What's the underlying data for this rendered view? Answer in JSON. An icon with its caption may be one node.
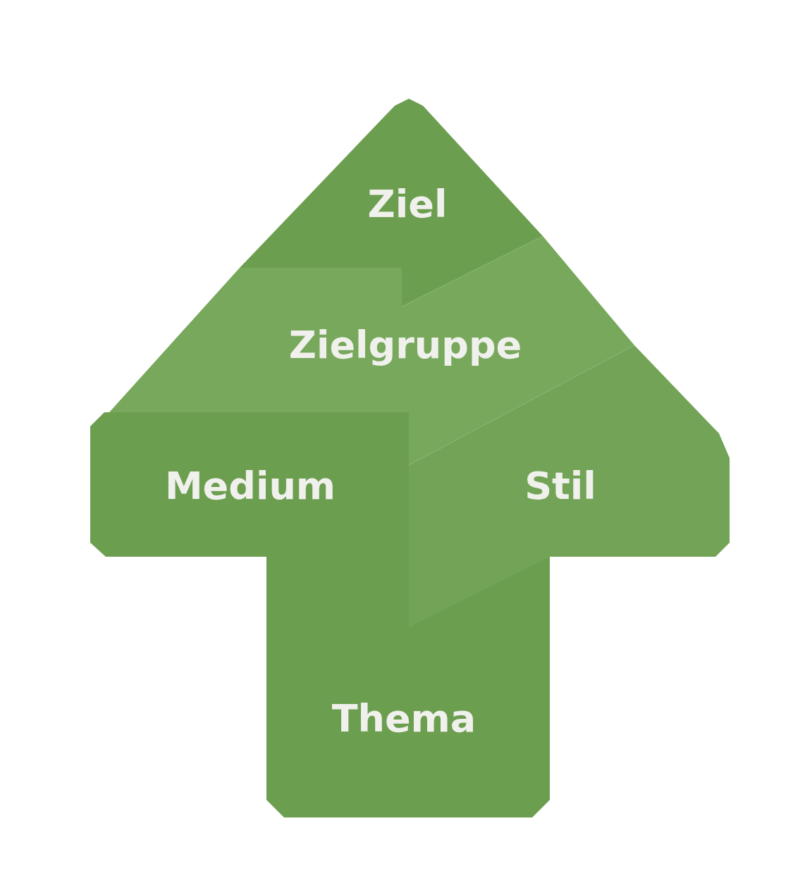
{
  "diagram": {
    "nodes": [
      {
        "text": [
          "Ziel"
        ]
      },
      {
        "text": [
          "Zielgruppe"
        ]
      },
      {
        "text": [
          "Medium"
        ]
      },
      {
        "text": [
          "Stil"
        ]
      },
      {
        "text": [
          "Thema"
        ]
      }
    ]
  }
}
